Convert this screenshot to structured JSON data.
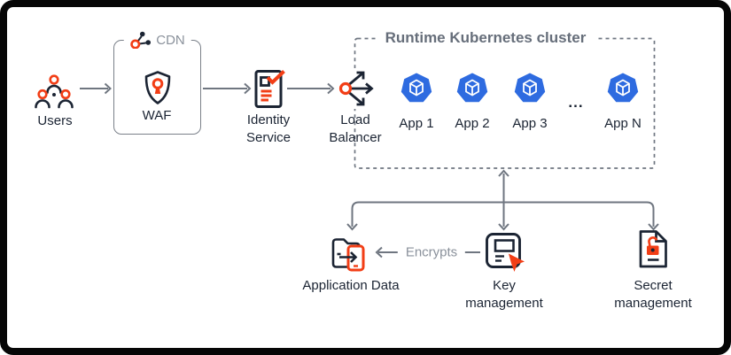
{
  "diagram": {
    "title": "Runtime Kubernetes cluster",
    "nodes": {
      "users": {
        "label": "Users"
      },
      "cdn": {
        "label": "CDN"
      },
      "waf": {
        "label": "WAF"
      },
      "identity": {
        "label": "Identity\nService"
      },
      "load_balancer": {
        "label": "Load\nBalancer"
      },
      "apps": [
        "App 1",
        "App 2",
        "App 3",
        "App N"
      ],
      "apps_ellipsis": "...",
      "application_data": {
        "label": "Application Data"
      },
      "key_management": {
        "label": "Key\nmanagement"
      },
      "secret_management": {
        "label": "Secret\nmanagement"
      }
    },
    "edges": {
      "encrypts_label": "Encrypts"
    },
    "icons": {
      "users": "users-icon",
      "cdn": "network-node-icon",
      "waf": "shield-keyhole-icon",
      "identity": "document-check-icon",
      "load_balancer": "load-balancer-arrows-icon",
      "app": "kubernetes-pod-icon",
      "application_data": "folder-export-icon",
      "key_management": "console-cursor-icon",
      "secret_management": "document-lock-icon"
    },
    "colors": {
      "accent_orange": "#F23E16",
      "dark_ink": "#1B2433",
      "connector_gray": "#6F7680",
      "muted_text": "#8A919B",
      "cluster_border": "#6E7681",
      "kubernetes_blue": "#2E6BE0",
      "background": "#FFFFFF",
      "frame": "#060606"
    }
  }
}
